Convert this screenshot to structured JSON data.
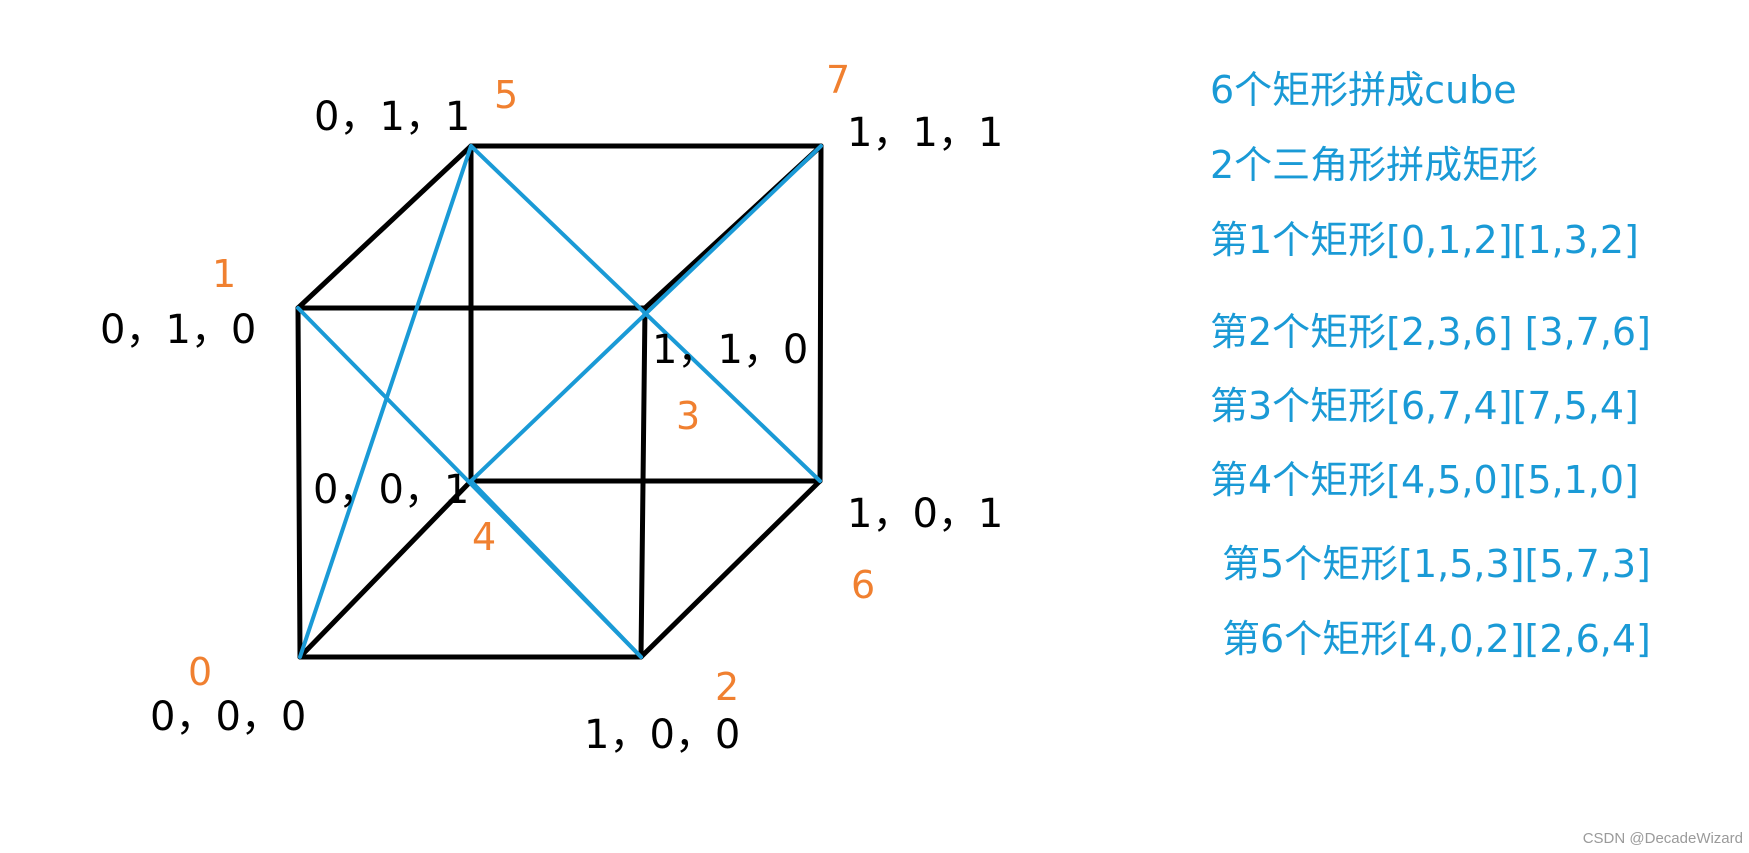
{
  "colors": {
    "edge": "#000000",
    "diagonal": "#1a9ad6",
    "index": "#f08030",
    "note": "#1a9ad6",
    "watermark": "#9a9a9a"
  },
  "vertices": [
    {
      "id": "v0",
      "index": "0",
      "coord": "0，0，0"
    },
    {
      "id": "v1",
      "index": "1",
      "coord": "0，1，0"
    },
    {
      "id": "v2",
      "index": "2",
      "coord": "1，0，0"
    },
    {
      "id": "v3",
      "index": "3",
      "coord": "1，1，0"
    },
    {
      "id": "v4",
      "index": "4",
      "coord": "0，0，1"
    },
    {
      "id": "v5",
      "index": "5",
      "coord": "0，1，1"
    },
    {
      "id": "v6",
      "index": "6",
      "coord": "1，0，1"
    },
    {
      "id": "v7",
      "index": "7",
      "coord": "1，1，1"
    }
  ],
  "cube_edges": [
    [
      "v0",
      "v1"
    ],
    [
      "v1",
      "v3"
    ],
    [
      "v3",
      "v2"
    ],
    [
      "v2",
      "v0"
    ],
    [
      "v4",
      "v5"
    ],
    [
      "v5",
      "v7"
    ],
    [
      "v7",
      "v6"
    ],
    [
      "v6",
      "v4"
    ],
    [
      "v0",
      "v4"
    ],
    [
      "v1",
      "v5"
    ],
    [
      "v3",
      "v7"
    ],
    [
      "v2",
      "v6"
    ]
  ],
  "triangle_diagonals": [
    [
      "v0",
      "v5"
    ],
    [
      "v1",
      "v2"
    ],
    [
      "v5",
      "v6"
    ],
    [
      "v4",
      "v7"
    ],
    [
      "v4",
      "v2"
    ]
  ],
  "notes": {
    "line1": "6个矩形拼成cube",
    "line2": "2个三角形拼成矩形",
    "rect1": "第1个矩形[0,1,2][1,3,2]",
    "rect2": "第2个矩形[2,3,6]  [3,7,6]",
    "rect3": "第3个矩形[6,7,4][7,5,4]",
    "rect4": "第4个矩形[4,5,0][5,1,0]",
    "rect5": "第5个矩形[1,5,3][5,7,3]",
    "rect6": "第6个矩形[4,0,2][2,6,4]"
  },
  "watermark": "CSDN @DecadeWizard"
}
